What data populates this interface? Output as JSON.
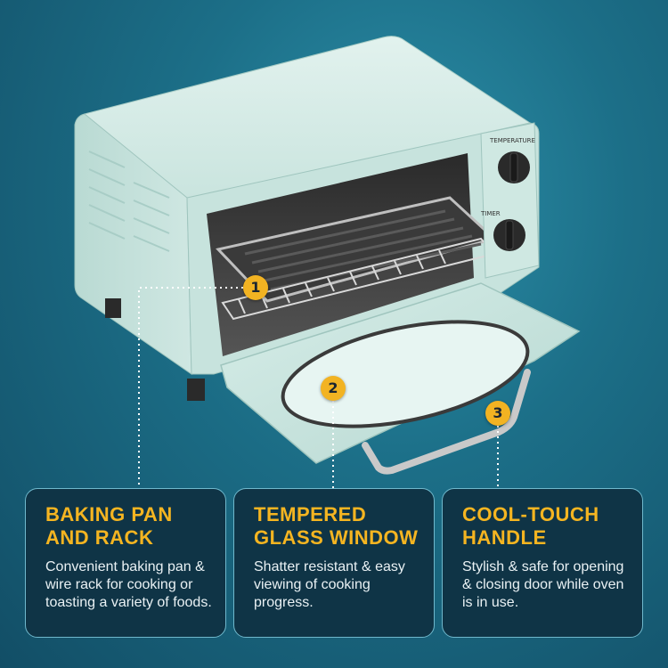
{
  "features": [
    {
      "number": "1",
      "title": "BAKING PAN AND RACK",
      "description": "Convenient baking pan & wire rack for cooking or toasting a variety of foods."
    },
    {
      "number": "2",
      "title": "TEMPERED GLASS WINDOW",
      "description": "Shatter resistant & easy viewing of cooking progress."
    },
    {
      "number": "3",
      "title": "COOL-TOUCH HANDLE",
      "description": "Stylish & safe for opening & closing door while oven is in use."
    }
  ],
  "oven": {
    "knob_top_label": "TEMPERATURE",
    "knob_bottom_label": "TIMER"
  },
  "colors": {
    "accent": "#f2b322",
    "card_background": "#0f3446",
    "card_border": "#6fb8cc",
    "oven_body": "#cde8e3"
  }
}
